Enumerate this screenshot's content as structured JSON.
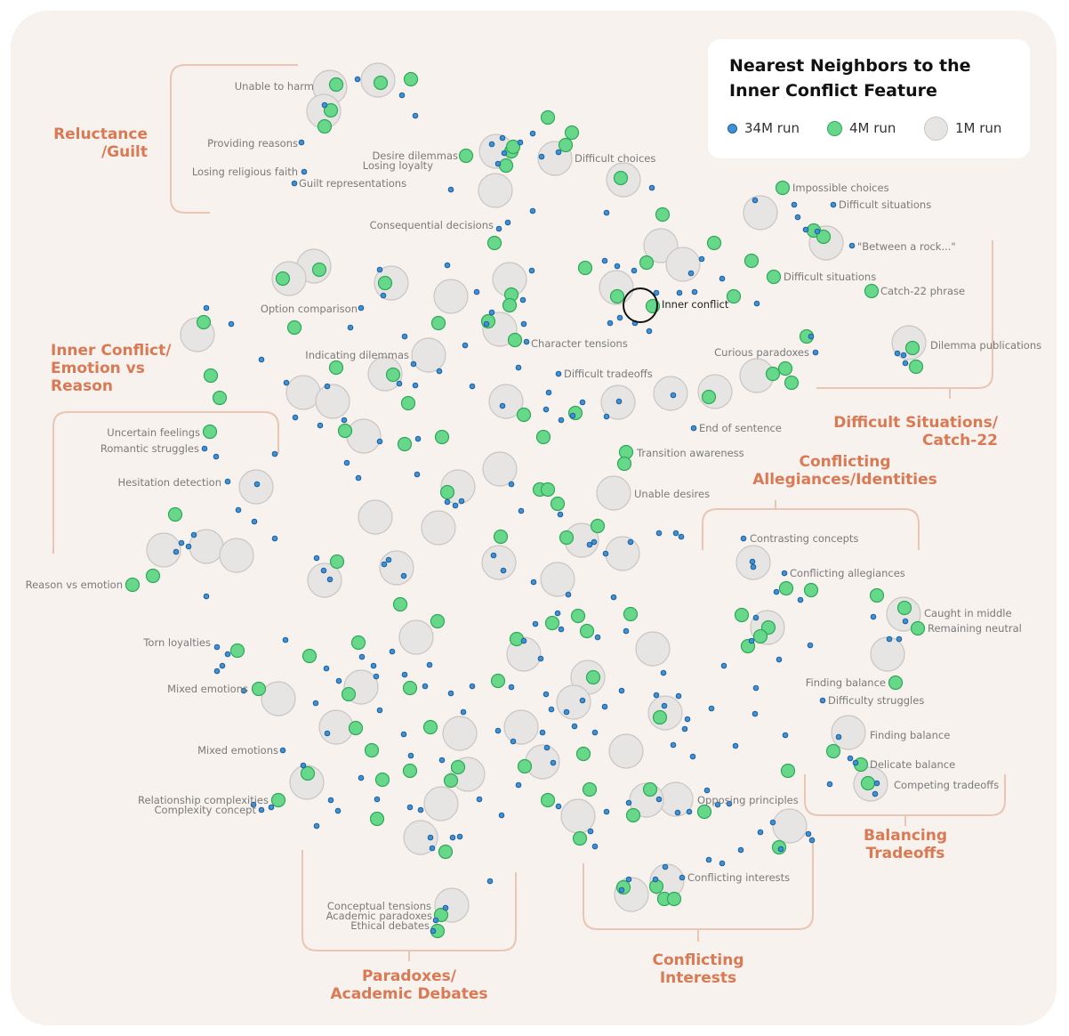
{
  "chart_data": {
    "type": "scatter",
    "title": "Nearest Neighbors to the\nInner Conflict Feature",
    "legend": [
      {
        "key": "34m",
        "label": "34M run"
      },
      {
        "key": "4m",
        "label": "4M run"
      },
      {
        "key": "1m",
        "label": "1M run"
      }
    ],
    "categories": [
      {
        "text": "Reluctance\n/Guilt"
      },
      {
        "text": "Inner Conflict/\nEmotion vs\nReason"
      },
      {
        "text": "Difficult Situations/\nCatch-22"
      },
      {
        "text": "Conflicting\nAllegiances/Identities"
      },
      {
        "text": "Balancing\nTradeoffs"
      },
      {
        "text": "Paradoxes/\nAcademic Debates"
      },
      {
        "text": "Conflicting\nInterests"
      }
    ],
    "labels": [
      "Unable to harm",
      "Providing reasons",
      "Losing religious faith",
      "Guilt representations",
      "Desire dilemmas",
      "Losing loyalty",
      "Difficult choices",
      "Consequential decisions",
      "Impossible choices",
      "Difficult situations",
      "\"Between a rock...\"",
      "Difficult situations",
      "Catch-22 phrase",
      "Inner conflict",
      "Option comparison",
      "Character tensions",
      "Indicating dilemmas",
      "Difficult tradeoffs",
      "Curious paradoxes",
      "Dilemma publications",
      "End of sentence",
      "Transition awareness",
      "Unable desires",
      "Uncertain feelings",
      "Romantic struggles",
      "Hesitation detection",
      "Reason vs emotion",
      "Contrasting concepts",
      "Conflicting allegiances",
      "Caught in middle",
      "Remaining neutral",
      "Finding balance",
      "Difficulty struggles",
      "Finding balance",
      "Delicate balance",
      "Competing tradeoffs",
      "Torn loyalties",
      "Mixed emotions",
      "Mixed emotions",
      "Relationship complexities",
      "Complexity concept",
      "Opposing principles",
      "Conflicting interests",
      "Conceptual tensions",
      "Academic paradoxes",
      "Ethical debates"
    ]
  }
}
